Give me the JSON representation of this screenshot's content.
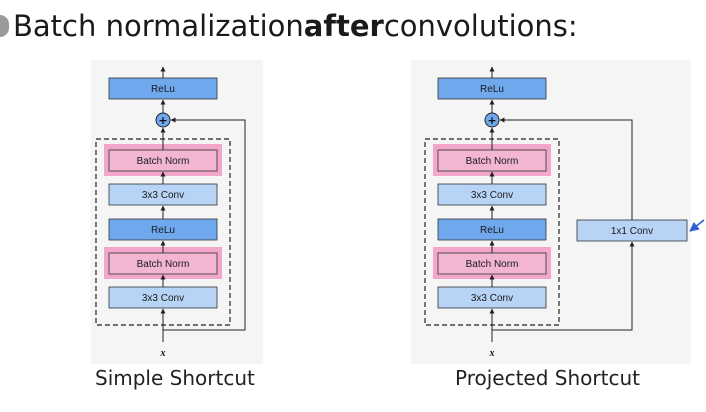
{
  "heading": {
    "prefix": "Batch normalization ",
    "emphasis": "after",
    "suffix": " convolutions:"
  },
  "diagrams": {
    "simple": {
      "caption": "Simple Shortcut",
      "top_label": "ReLu",
      "plus_symbol": "+",
      "input_label": "x",
      "layers": [
        "Batch Norm",
        "3x3 Conv",
        "ReLu",
        "Batch Norm",
        "3x3 Conv"
      ]
    },
    "projected": {
      "caption": "Projected Shortcut",
      "top_label": "ReLu",
      "plus_symbol": "+",
      "input_label": "x",
      "layers": [
        "Batch Norm",
        "3x3 Conv",
        "ReLu",
        "Batch Norm",
        "3x3 Conv"
      ],
      "shortcut_label": "1x1 Conv"
    }
  },
  "colors": {
    "conv": "#b7d3f5",
    "relu": "#6fa8ec",
    "batch_norm": "#f2b6d2",
    "batch_norm_highlight": "#f2a6cc",
    "pointer_arrow": "#2a5fd8"
  }
}
